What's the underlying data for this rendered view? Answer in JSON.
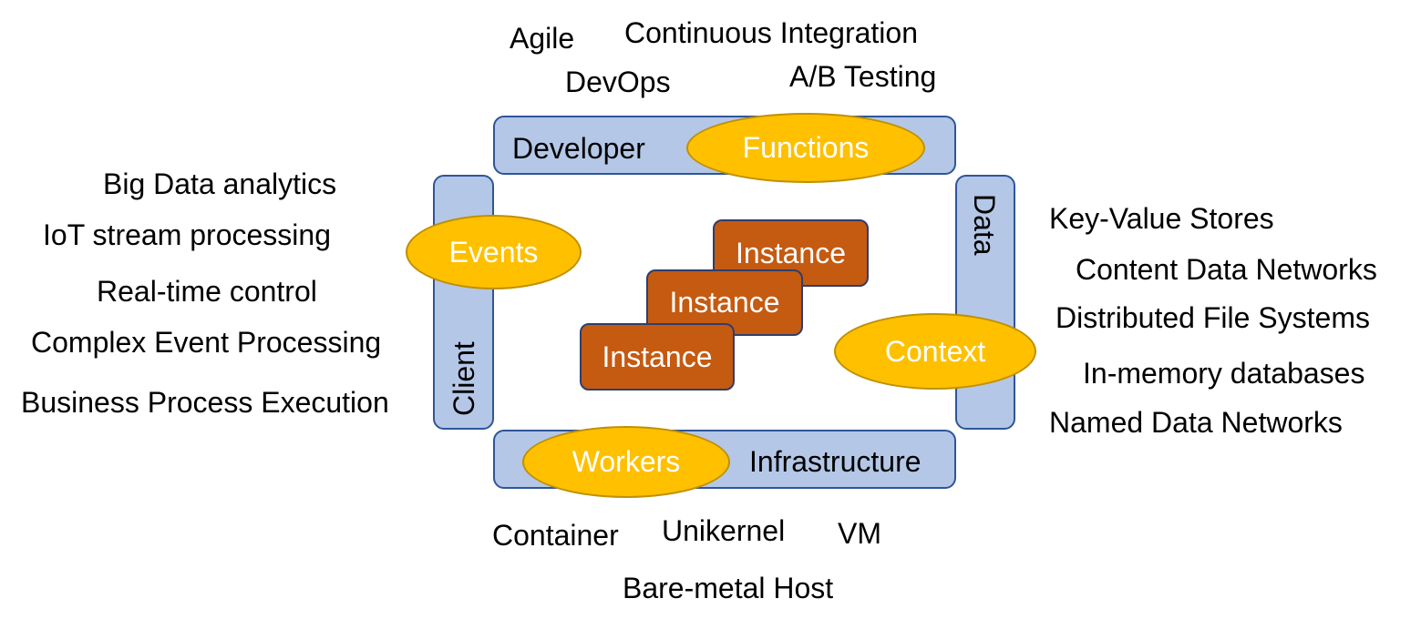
{
  "developer_side": {
    "agile": "Agile",
    "continuous_integration": "Continuous Integration",
    "devops": "DevOps",
    "ab_testing": "A/B Testing"
  },
  "client_side": {
    "items": [
      "Big Data analytics",
      "IoT stream processing",
      "Real-time control",
      "Complex Event Processing",
      "Business Process Execution"
    ]
  },
  "data_side": {
    "items": [
      "Key-Value Stores",
      "Content Data Networks",
      "Distributed File Systems",
      "In-memory databases",
      "Named Data Networks"
    ]
  },
  "infrastructure_side": {
    "container": "Container",
    "unikernel": "Unikernel",
    "vm": "VM",
    "bare_metal": "Bare-metal Host"
  },
  "frame": {
    "developer": "Developer",
    "client": "Client",
    "data": "Data",
    "infrastructure": "Infrastructure"
  },
  "concepts": {
    "functions": "Functions",
    "events": "Events",
    "context": "Context",
    "workers": "Workers"
  },
  "instances": [
    "Instance",
    "Instance",
    "Instance"
  ],
  "colors": {
    "bar_fill": "#b4c7e7",
    "bar_border": "#2f5597",
    "ellipse_fill": "#ffc000",
    "ellipse_border": "#bf9000",
    "instance_fill": "#c55a11",
    "instance_border": "#2f3e6b"
  }
}
